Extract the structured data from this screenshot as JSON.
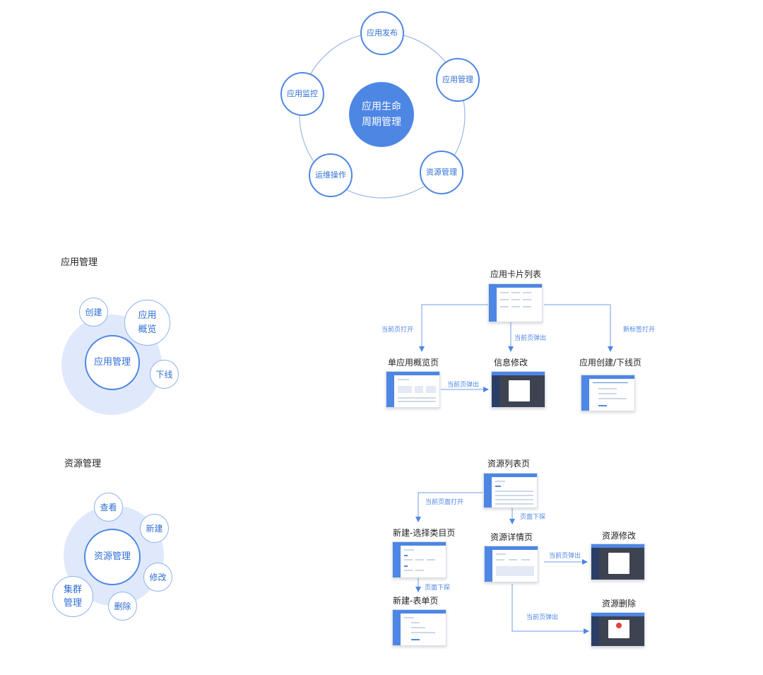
{
  "lifecycle": {
    "center": "应用生命周期管理",
    "center_line1": "应用生命",
    "center_line2": "周期管理",
    "nodes": [
      "应用发布",
      "应用管理",
      "资源管理",
      "运维操作",
      "应用监控"
    ]
  },
  "app_mgmt": {
    "title": "应用管理",
    "center": "应用管理",
    "actions": [
      "创建",
      "应用",
      "概览",
      "下线"
    ],
    "flow": {
      "nodes": [
        "应用卡片列表",
        "单应用概览页",
        "信息修改",
        "应用创建/下线页"
      ],
      "edges": [
        "当前页打开",
        "当前页弹出",
        "新标签打开",
        "当前页弹出"
      ]
    }
  },
  "res_mgmt": {
    "title": "资源管理",
    "center": "资源管理",
    "actions": [
      "查看",
      "新建",
      "修改",
      "删除",
      "集群",
      "管理"
    ],
    "flow": {
      "nodes": [
        "资源列表页",
        "新建-选择类目页",
        "资源详情页",
        "资源修改",
        "新建-表单页",
        "资源删除"
      ],
      "edges": [
        "当前页面打开",
        "页面下探",
        "当前页弹出",
        "页面下探",
        "当前页弹出"
      ]
    }
  }
}
